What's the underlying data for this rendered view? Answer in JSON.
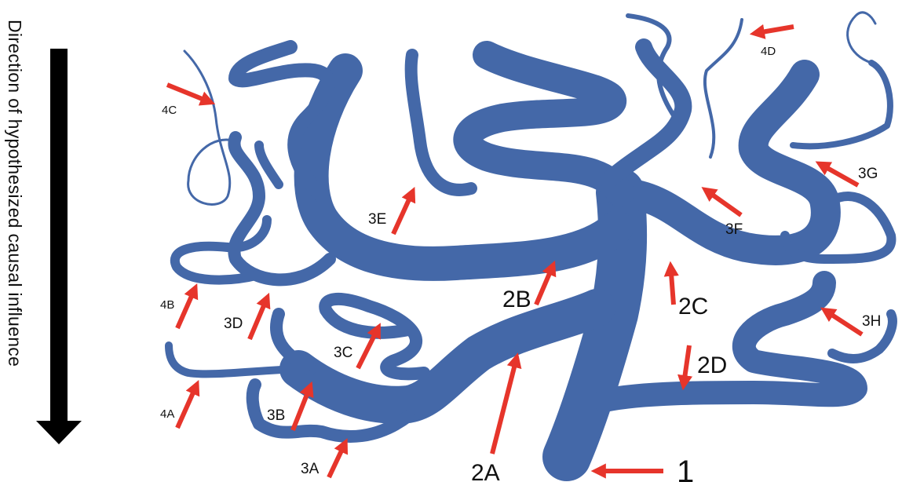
{
  "side_caption": "Direction of hypothesized causal influence",
  "colors": {
    "vessel": "#4468a8",
    "arrow": "#e6352b",
    "causal_arrow": "#000000",
    "text": "#111111"
  },
  "labels": {
    "l1": "1",
    "l2A": "2A",
    "l2B": "2B",
    "l2C": "2C",
    "l2D": "2D",
    "l3A": "3A",
    "l3B": "3B",
    "l3C": "3C",
    "l3D": "3D",
    "l3E": "3E",
    "l3F": "3F",
    "l3G": "3G",
    "l3H": "3H",
    "l4A": "4A",
    "l4B": "4B",
    "l4C": "4C",
    "l4D": "4D"
  }
}
